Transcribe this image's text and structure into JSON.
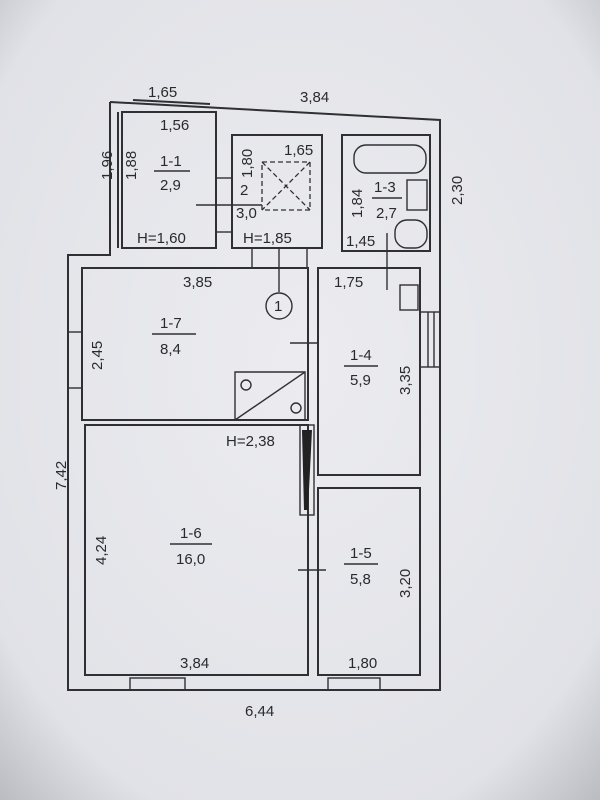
{
  "plan": {
    "overall": {
      "top_width": "3,84",
      "bottom_width": "6,44",
      "left_height": "7,42",
      "right_annex_height": "2,30"
    },
    "rooms": [
      {
        "id": "1-1",
        "area": "2,9",
        "width": "1,56",
        "height": "1,88",
        "ceiling": "H=1,60",
        "outer_width": "1,65",
        "outer_height": "1,96"
      },
      {
        "id": "2",
        "area": "3,0",
        "width": "1,65",
        "height": "1,80",
        "ceiling": "H=1,85"
      },
      {
        "id": "1-3",
        "area": "2,7",
        "width": "1,45",
        "height": "1,84"
      },
      {
        "id": "1-7",
        "area": "8,4",
        "width": "3,85",
        "height": "2,45"
      },
      {
        "id": "1-4",
        "area": "5,9",
        "width": "1,75",
        "height": "3,35"
      },
      {
        "id": "1-6",
        "area": "16,0",
        "width": "3,84",
        "height": "4,24",
        "ceiling": "H=2,38"
      },
      {
        "id": "1-5",
        "area": "5,8",
        "width": "1,80",
        "height": "3,20"
      }
    ],
    "marker": "1"
  }
}
